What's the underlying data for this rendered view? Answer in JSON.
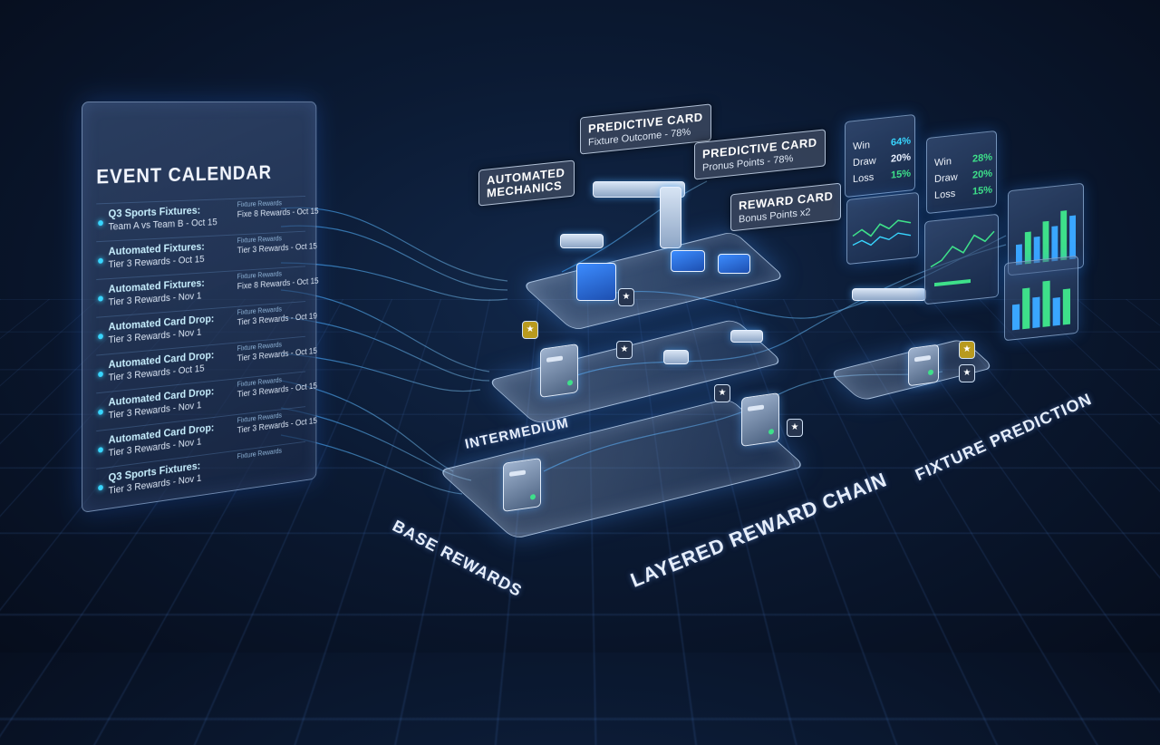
{
  "calendar": {
    "title": "EVENT CALENDAR",
    "rows": [
      {
        "title": "Q3 Sports Fixtures:",
        "detail": "Team A vs Team B - Oct 15",
        "side_tag": "Fixture Rewards",
        "side_text": "Fixe 8 Rewards - Oct 15"
      },
      {
        "title": "Automated Fixtures:",
        "detail": "Tier 3 Rewards - Oct 15",
        "side_tag": "Fixture Rewards",
        "side_text": "Tier 3 Rewards - Oct 15"
      },
      {
        "title": "Automated Fixtures:",
        "detail": "Tier 3 Rewards - Nov 1",
        "side_tag": "Fixture Rewards",
        "side_text": "Fixe 8 Rewards - Oct 15"
      },
      {
        "title": "Automated Card Drop:",
        "detail": "Tier 3 Rewards - Nov 1",
        "side_tag": "Fixture Rewards",
        "side_text": "Tier 3 Rewards - Oct 19"
      },
      {
        "title": "Automated Card Drop:",
        "detail": "Tier 3 Rewards - Oct 15",
        "side_tag": "Fixture Rewards",
        "side_text": "Tier 3 Rewards - Oct 15"
      },
      {
        "title": "Automated Card Drop:",
        "detail": "Tier 3 Rewards - Nov 1",
        "side_tag": "Fixture Rewards",
        "side_text": "Tier 3 Rewards - Oct 15"
      },
      {
        "title": "Automated Card Drop:",
        "detail": "Tier 3 Rewards - Nov 1",
        "side_tag": "Fixture Rewards",
        "side_text": "Tier 3 Rewards - Oct 15"
      },
      {
        "title": "Q3 Sports Fixtures:",
        "detail": "Tier 3 Rewards - Nov 1",
        "side_tag": "Fixture Rewards",
        "side_text": ""
      }
    ]
  },
  "callouts": {
    "automated": {
      "heading": "AUTOMATED MECHANICS",
      "sub": ""
    },
    "predictive1": {
      "heading": "PREDICTIVE CARD",
      "sub": "Fixture Outcome - 78%"
    },
    "predictive2": {
      "heading": "PREDICTIVE CARD",
      "sub": "Pronus Points - 78%"
    },
    "reward": {
      "heading": "REWARD CARD",
      "sub": "Bonus Points x2"
    }
  },
  "stats1": {
    "rows": [
      {
        "label": "Win",
        "value": "64%"
      },
      {
        "label": "Draw",
        "value": "20%"
      },
      {
        "label": "Loss",
        "value": "15%"
      }
    ]
  },
  "stats2": {
    "rows": [
      {
        "label": "Win",
        "value": "28%"
      },
      {
        "label": "Draw",
        "value": "20%"
      },
      {
        "label": "Loss",
        "value": "15%"
      }
    ]
  },
  "bars1": {
    "values": [
      0.35,
      0.55,
      0.45,
      0.7,
      0.6,
      0.85,
      0.75
    ]
  },
  "bars2": {
    "values": [
      0.5,
      0.8,
      0.6,
      0.9,
      0.55,
      0.7
    ]
  },
  "labels": {
    "intermedium": "INTERMEDIUM",
    "base": "BASE REWARDS",
    "chain": "LAYERED REWARD CHAIN",
    "fixture": "FIXTURE PREDICTION"
  },
  "colors": {
    "flow": "#3aa6ff",
    "accent": "#38d6ff",
    "green": "#3ee08a"
  }
}
